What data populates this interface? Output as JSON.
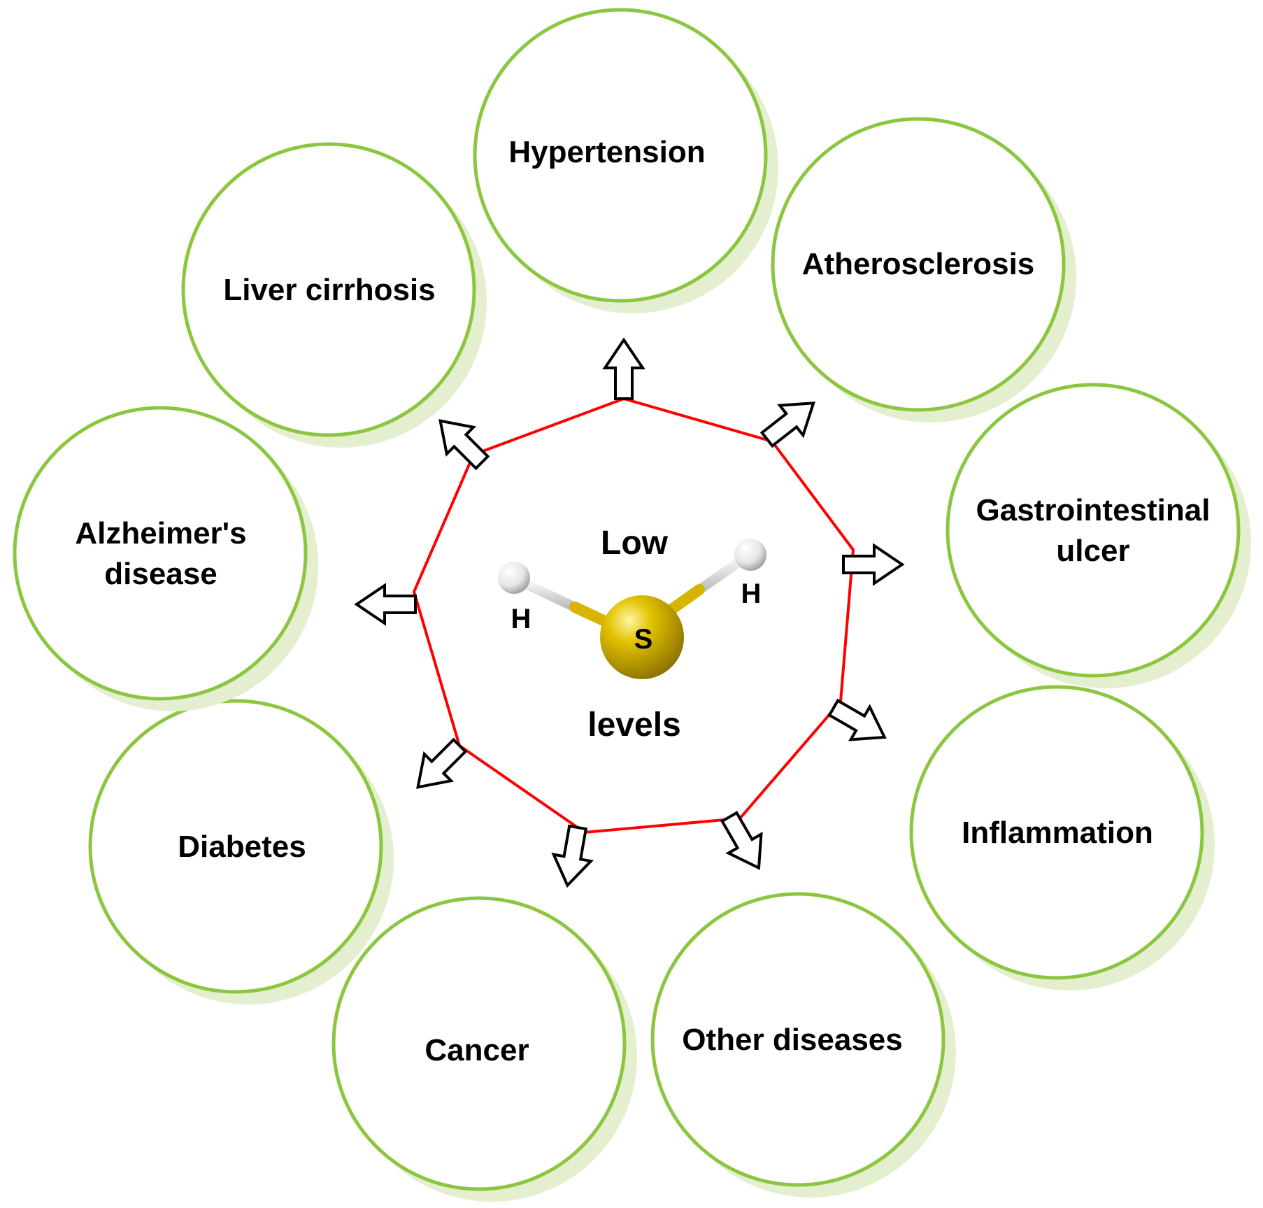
{
  "center": {
    "label_top": "Low",
    "label_bottom": "levels",
    "atom_h_left": "H",
    "atom_h_right": "H",
    "atom_s": "S"
  },
  "diseases": [
    {
      "lines": [
        "Hypertension"
      ]
    },
    {
      "lines": [
        "Atherosclerosis"
      ]
    },
    {
      "lines": [
        "Gastrointestinal",
        "ulcer"
      ]
    },
    {
      "lines": [
        "Inflammation"
      ]
    },
    {
      "lines": [
        "Other diseases"
      ]
    },
    {
      "lines": [
        "Cancer"
      ]
    },
    {
      "lines": [
        "Diabetes"
      ]
    },
    {
      "lines": [
        "Alzheimer's",
        "disease"
      ]
    },
    {
      "lines": [
        "Liver cirrhosis"
      ]
    }
  ],
  "colors": {
    "circle_stroke": "#8cc63f",
    "circle_shadow": "#e3efcf",
    "nonagon_stroke": "#ff0000",
    "arrow_stroke": "#000000",
    "sulfur": "#c9a800",
    "hydrogen": "#e8e8e8"
  }
}
